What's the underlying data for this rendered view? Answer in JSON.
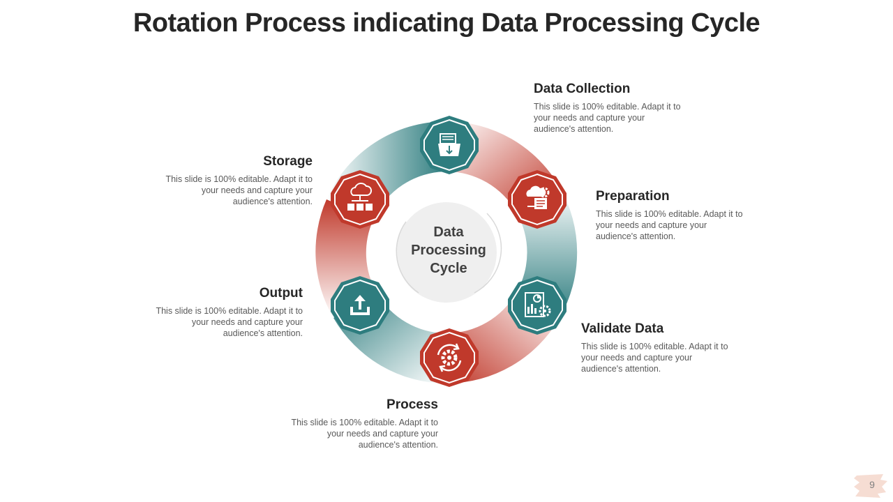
{
  "title": "Rotation Process indicating Data Processing Cycle",
  "center": {
    "label_line1": "Data",
    "label_line2": "Processing",
    "label_line3": "Cycle"
  },
  "colors": {
    "teal": "#2e7d7f",
    "red": "#c0392b",
    "text": "#595959"
  },
  "steps": [
    {
      "heading": "Data Collection",
      "description": "This slide is 100% editable. Adapt it to your needs and capture your audience's attention.",
      "icon": "folder-download-icon",
      "color": "teal"
    },
    {
      "heading": "Preparation",
      "description": "This slide is 100% editable. Adapt it to your needs and capture your audience's attention.",
      "icon": "cloud-gear-icon",
      "color": "red"
    },
    {
      "heading": "Validate Data",
      "description": "This slide is 100% editable. Adapt it to your needs and capture your audience's attention.",
      "icon": "report-gear-icon",
      "color": "teal"
    },
    {
      "heading": "Process",
      "description": "This slide is 100% editable. Adapt it to your needs and capture your audience's attention.",
      "icon": "gear-cycle-icon",
      "color": "red"
    },
    {
      "heading": "Output",
      "description": "This slide is 100% editable. Adapt it to your needs and capture your audience's attention.",
      "icon": "upload-icon",
      "color": "teal"
    },
    {
      "heading": "Storage",
      "description": "This slide is 100% editable. Adapt it to your needs and capture your audience's attention.",
      "icon": "cloud-database-icon",
      "color": "red"
    }
  ],
  "page_number": "9"
}
